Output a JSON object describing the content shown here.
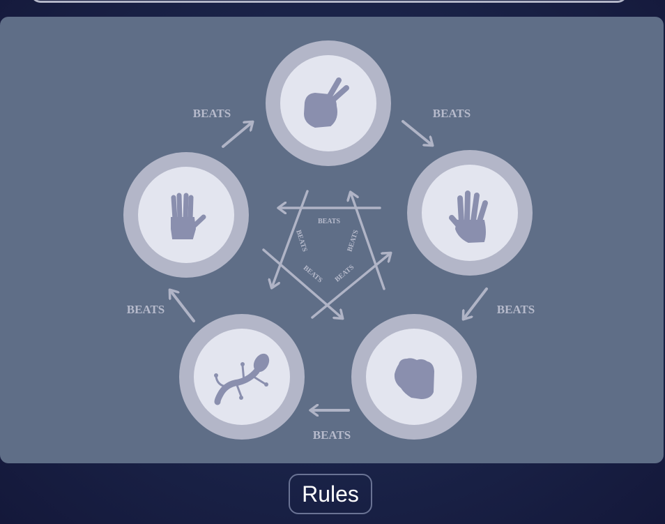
{
  "rules_button": {
    "label": "Rules"
  },
  "diagram": {
    "outer_beats": [
      "BEATS",
      "BEATS",
      "BEATS",
      "BEATS",
      "BEATS"
    ],
    "inner_beats": [
      "BEATS",
      "BEATS",
      "BEATS",
      "BEATS",
      "BEATS"
    ],
    "choices": [
      {
        "name": "scissors",
        "icon": "scissors-hand-icon"
      },
      {
        "name": "paper",
        "icon": "paper-hand-icon"
      },
      {
        "name": "rock",
        "icon": "rock-fist-icon"
      },
      {
        "name": "lizard",
        "icon": "lizard-icon"
      },
      {
        "name": "spock",
        "icon": "spock-hand-icon"
      }
    ]
  },
  "colors": {
    "board": "#5f6e87",
    "ring": "#b3b6c8",
    "disc": "#e3e5ef",
    "icon": "#8a8fae",
    "arrow": "#b0b4c6",
    "text": "#b7bbcc"
  }
}
